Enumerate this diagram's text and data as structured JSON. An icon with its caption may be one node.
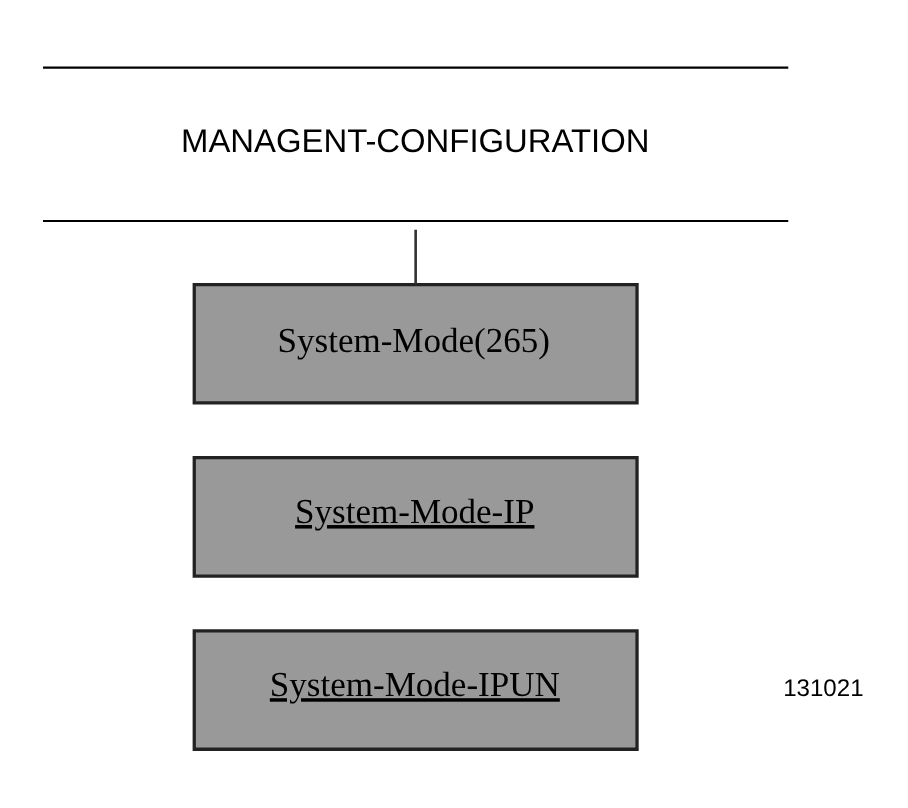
{
  "diagram": {
    "nodes": [
      {
        "text": [
          "MANAGENT-CONFIGURATION"
        ]
      },
      {
        "text": [
          "System-Mode(265)"
        ]
      },
      {
        "text": [
          "System-Mode-IP"
        ]
      },
      {
        "text": [
          "System-Mode-IPUN"
        ]
      }
    ],
    "edges": [
      {
        "from": 0,
        "to": 1,
        "arrow": "none"
      }
    ],
    "labels": [
      "131021"
    ]
  }
}
